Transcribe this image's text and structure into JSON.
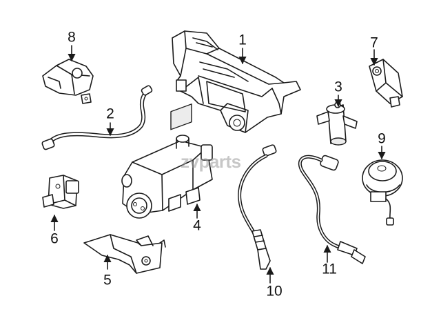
{
  "callouts": [
    {
      "id": "1",
      "label": "1"
    },
    {
      "id": "2",
      "label": "2"
    },
    {
      "id": "3",
      "label": "3"
    },
    {
      "id": "4",
      "label": "4"
    },
    {
      "id": "5",
      "label": "5"
    },
    {
      "id": "6",
      "label": "6"
    },
    {
      "id": "7",
      "label": "7"
    },
    {
      "id": "8",
      "label": "8"
    },
    {
      "id": "9",
      "label": "9"
    },
    {
      "id": "10",
      "label": "10"
    },
    {
      "id": "11",
      "label": "11"
    }
  ],
  "watermark": "zvparts",
  "colors": {
    "line": "#1a1a1a",
    "background": "#ffffff",
    "watermark": "#9a9a9a"
  }
}
